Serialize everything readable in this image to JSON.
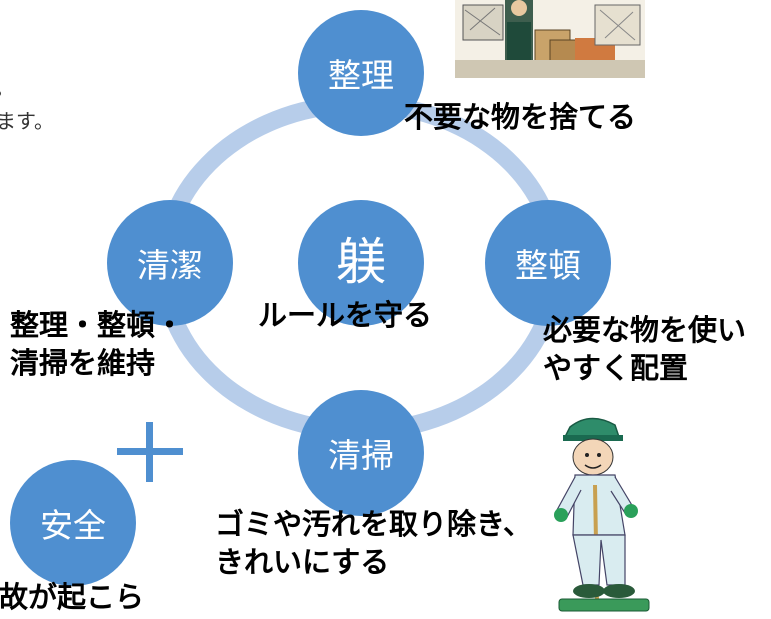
{
  "intro_fragments": [
    "。",
    "ます。"
  ],
  "cycle": {
    "seiri": {
      "title": "整理",
      "desc": "不要な物を捨てる"
    },
    "seiton": {
      "title": "整頓",
      "desc_line1": "必要な物を使い",
      "desc_line2": "やすく配置"
    },
    "seisou": {
      "title": "清掃",
      "desc_line1": "ゴミや汚れを取り除き、",
      "desc_line2": "きれいにする"
    },
    "seiketsu": {
      "title": "清潔",
      "desc_line1": "整理・整頓・",
      "desc_line2": "清掃を維持"
    },
    "shitsuke": {
      "title": "躾",
      "desc": "ルールを守る"
    }
  },
  "plus_symbol": "＋",
  "safety": {
    "title": "安全",
    "desc": "事故が起こら"
  },
  "colors": {
    "circle": "#4f8fd0",
    "ring": "#b7cdea",
    "plus": "#4f8fd0"
  },
  "icons": [
    "worker-moving-boxes-illustration",
    "worker-with-broom-illustration"
  ]
}
